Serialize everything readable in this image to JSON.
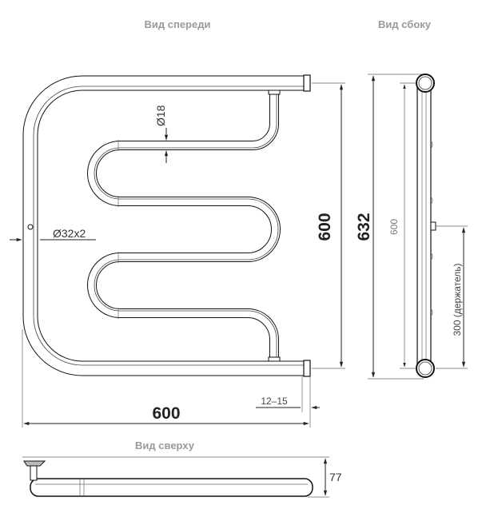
{
  "views": {
    "front_title": "Вид спереди",
    "side_title": "Вид сбоку",
    "top_title": "Вид сверху"
  },
  "dimensions": {
    "width_total": "600",
    "height_axis": "600",
    "height_total": "632",
    "pipe_outer": "Ø32x2",
    "pipe_inner": "Ø18",
    "offset": "12–15",
    "side_height": "600",
    "holder": "300 (держатель)",
    "depth": "77"
  }
}
